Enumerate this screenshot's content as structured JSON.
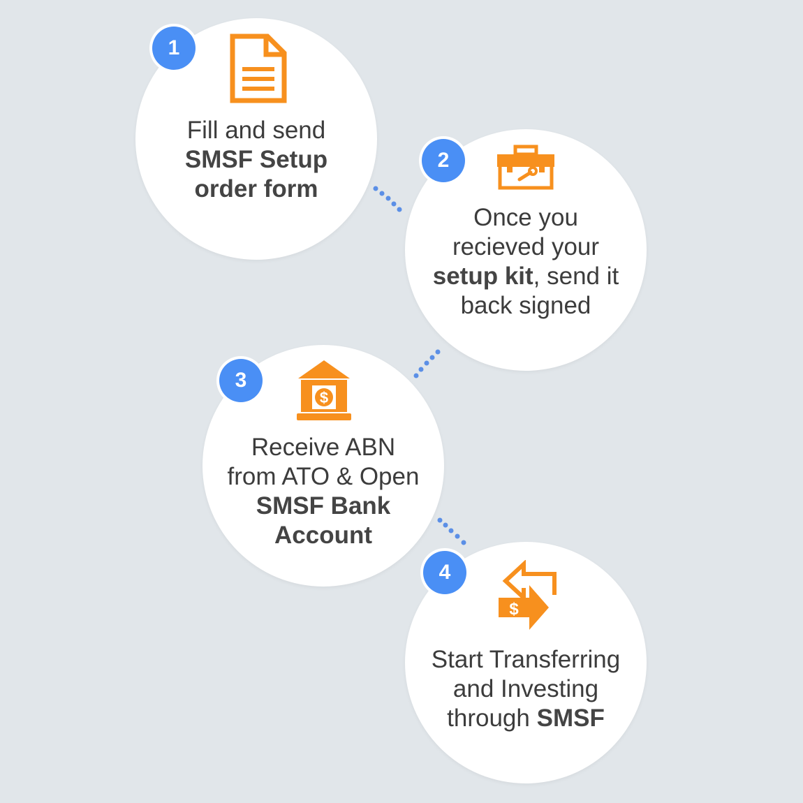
{
  "steps": [
    {
      "number": "1",
      "line1": "Fill and send",
      "bold1": "SMSF Setup",
      "bold2": "order form",
      "icon": "document-icon"
    },
    {
      "number": "2",
      "line1": "Once you",
      "line2": "recieved your",
      "bold": "setup kit",
      "after_bold": ", send it",
      "line4": "back signed",
      "icon": "toolbox-icon"
    },
    {
      "number": "3",
      "line1": "Receive ABN",
      "line2": "from ATO & Open",
      "bold1": "SMSF Bank",
      "bold2": "Account",
      "icon": "bank-icon"
    },
    {
      "number": "4",
      "line1": "Start Transferring",
      "line2": "and Investing",
      "before_bold": "through ",
      "bold": "SMSF",
      "icon": "transfer-icon"
    }
  ],
  "icon_glyphs": {
    "dollar": "$"
  },
  "colors": {
    "accent_orange": "#f7901e",
    "badge_blue": "#4a8ff5",
    "dots_blue": "#5b8fe6",
    "background": "#e1e6ea"
  }
}
